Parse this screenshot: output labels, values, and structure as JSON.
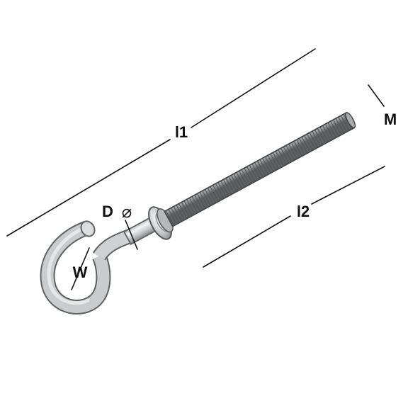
{
  "labels": {
    "overall_length": "l1",
    "thread_length": "l2",
    "thread_size": "M",
    "shank_diameter": "D",
    "diameter_symbol": "⌀",
    "hook_opening": "W"
  }
}
